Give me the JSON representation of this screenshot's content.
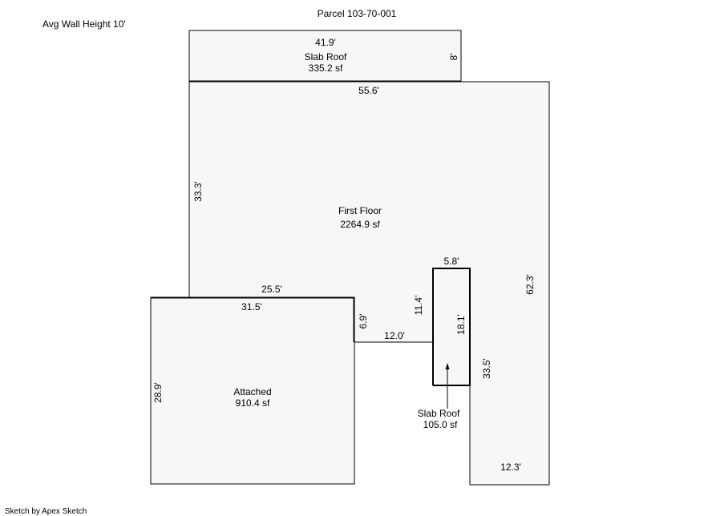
{
  "header": {
    "parcel": "Parcel 103-70-001",
    "wall_height": "Avg Wall Height 10'"
  },
  "credit": "Sketch by Apex Sketch",
  "areas": {
    "slab_roof_top": {
      "name": "Slab Roof",
      "area": "335.2 sf"
    },
    "first_floor": {
      "name": "First Floor",
      "area": "2264.9 sf"
    },
    "attached": {
      "name": "Attached",
      "area": "910.4 sf"
    },
    "slab_roof_small": {
      "name": "Slab Roof",
      "area": "105.0 sf"
    }
  },
  "dimensions": {
    "top_slab_width": "41.9'",
    "top_slab_depth": "8'",
    "floor_top": "55.6'",
    "floor_left": "33.3'",
    "floor_right": "62.3'",
    "notch_top": "25.5'",
    "attached_top": "31.5'",
    "attached_left": "28.9'",
    "notch_side": "6.9'",
    "notch_bottom": "12.0'",
    "slab_small_top": "5.8'",
    "slab_small_left": "11.4'",
    "slab_small_right": "18.1'",
    "leg_left": "33.5'",
    "leg_bottom": "12.3'"
  }
}
